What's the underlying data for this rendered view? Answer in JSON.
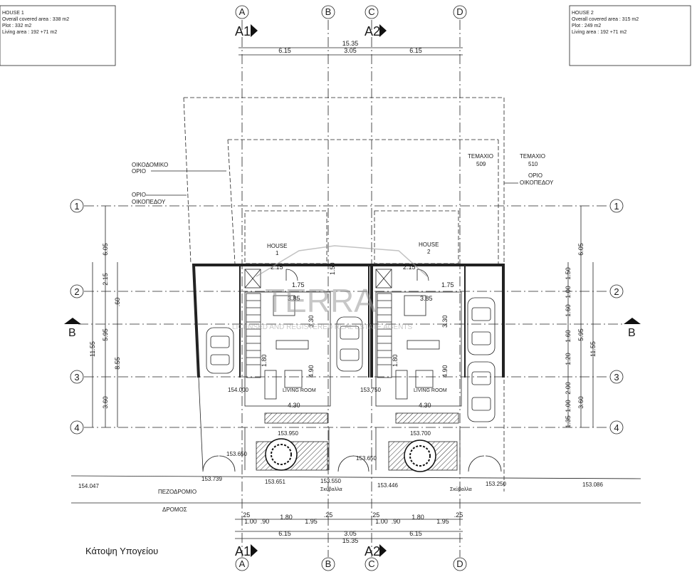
{
  "house1_box": {
    "title": "HOUSE 1",
    "covered": "Overall covered area : 338 m2",
    "plot": "Plot : 332 m2",
    "living": "Living area : 192 +71 m2"
  },
  "house2_box": {
    "title": "HOUSE 2",
    "covered": "Overall covered area : 315 m2",
    "plot": "Plot : 249 m2",
    "living": "Living area : 192 +71 m2"
  },
  "grid_cols": [
    "A",
    "B",
    "C",
    "D"
  ],
  "grid_rows": [
    "1",
    "2",
    "3",
    "4"
  ],
  "section_a1": "A1",
  "section_a2": "A2",
  "section_b": "B",
  "dims_top": {
    "total": "15.35",
    "left": "6.15",
    "mid": "3.05",
    "right": "6.15"
  },
  "dims_bottom": {
    "total": "15.35",
    "left": "6.15",
    "mid": "3.05",
    "right": "6.15",
    "a": ".25",
    "b": "1.00",
    "c": ".90",
    "d": "1.80",
    "e": "1.95",
    "f": ".25"
  },
  "dims_left": {
    "total": "11.55",
    "r1": "6.05",
    "r2": "2.15",
    "r3": "5.95",
    "r4": "8.55",
    "r5": "3.60",
    "r6": ".60"
  },
  "dims_right": {
    "total": "11.55",
    "r1": "6.05",
    "r2": "5.95",
    "r3": "3.60",
    "d1": "1.50",
    "d2": "1.00",
    "d3": "1.60",
    "d4": "1.60",
    "d5": "1.20",
    "d6": "2.00",
    "d7": "1.00",
    "d8": "1.35"
  },
  "inner": {
    "d215": "2.15",
    "d175": "1.75",
    "d150": "1.50",
    "d385": "3.85",
    "d330": "3.30",
    "d490": "4.90",
    "d430": "4.30",
    "d180": "1.80"
  },
  "labels": {
    "oikodomiko1": "ΟΙΚΟΔΟΜΙΚΟ",
    "oikodomiko2": "ΟΡΙΟ",
    "orio1": "ΟΡΙΟ",
    "orio2": "ΟΙΚΟΠΕΔΟΥ",
    "temaxio509a": "ΤΕΜΑΧΙΟ",
    "temaxio509b": "509",
    "temaxio510a": "ΤΕΜΑΧΙΟ",
    "temaxio510b": "510",
    "orioR1": "ΟΡΙΟ",
    "orioR2": "ΟΙΚΟΠΕΔΟΥ",
    "house1a": "HOUSE",
    "house1b": "1",
    "house2a": "HOUSE",
    "house2b": "2",
    "living1": "LIVING ROOM",
    "living2": "LIVING ROOM",
    "pezodromio": "ΠΕΖΟΔΡΟΜΙΟ",
    "dromos": "ΔΡΟΜΟΣ",
    "skyvala1": "Σκύβαλλα",
    "skyvala2": "Σκύβαλλα",
    "plan_title": "Κάτοψη Υπογείου"
  },
  "levels": {
    "l1": "154.047",
    "l2": "153.739",
    "l3": "153.651",
    "l4": "153.550",
    "l5": "153.446",
    "l6": "153.250",
    "l7": "153.086",
    "l8": "154.000",
    "l9": "153.750",
    "l10": "153.950",
    "l11": "153.700",
    "l12": "153.650",
    "l13": "153.650"
  },
  "watermark": {
    "big": "TERRA",
    "small": "LICENSED AND REGISTERED REAL ESTATE AGENTS"
  }
}
